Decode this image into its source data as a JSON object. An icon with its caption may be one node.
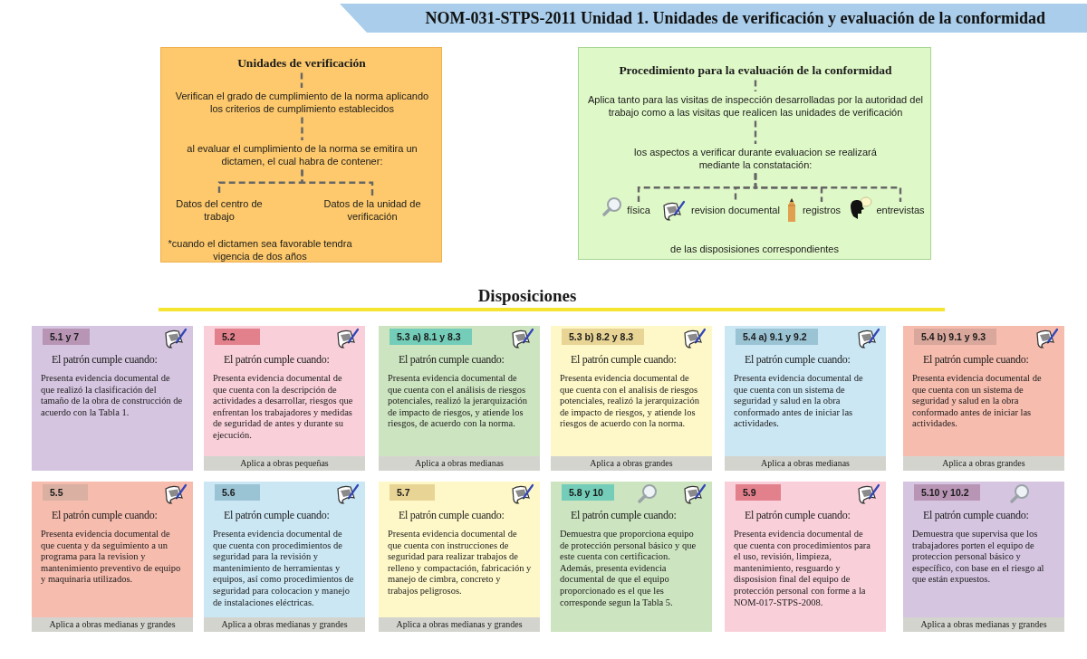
{
  "diagram": {
    "title": "NOM-031-STPS-2011 Unidad 1. Unidades de verificación y evaluación de la conformidad",
    "nodes": [
      {
        "text": [],
        "shape": "box"
      },
      {
        "text": [
          "Unidades de verificación"
        ],
        "in": 0
      },
      {
        "text": [
          "Verifican el grado de cumplimiento de la norma aplicando los criterios de cumplimiento establecidos"
        ],
        "in": 0
      },
      {
        "text": [
          "al evaluar el cumplimiento de la norma se emitira un dictamen, el cual habra de contener:"
        ],
        "in": 0
      },
      {
        "text": [
          "Datos del centro de trabajo"
        ],
        "in": 0
      },
      {
        "text": [
          "Datos de la unidad de verificación"
        ],
        "in": 0
      },
      {
        "text": [],
        "shape": "box"
      },
      {
        "text": [
          "Procedimiento para la evaluación de la conformidad"
        ],
        "in": 6
      },
      {
        "text": [
          "Aplica tanto para las visitas de inspección desarrolladas por la autoridad del trabajo como a las visitas que realicen las unidades de verificación"
        ],
        "in": 6
      },
      {
        "text": [
          "los aspectos a verificar durante evaluacion se realizará mediante la constatación:"
        ],
        "in": 6
      },
      {
        "text": [
          "física"
        ],
        "in": 6
      },
      {
        "text": [
          "revision documental"
        ],
        "in": 6
      },
      {
        "text": [
          "registros"
        ],
        "in": 6
      },
      {
        "text": [
          "entrevistas"
        ],
        "in": 6
      },
      {
        "text": [
          "5.1 y 7",
          "El patrón cumple cuando:",
          "Presenta evidencia documental de que realizó la clasificación del tamaño de la obra de construcción de acuerdo con la Tabla 1."
        ]
      },
      {
        "text": [
          "5.2",
          "El patrón cumple cuando:",
          "Presenta evidencia documental de que cuenta con la descripción de actividades a desarrollar, riesgos que enfrentan los trabajadores y medidas de seguridad de antes y durante su ejecución.",
          "Aplica a obras pequeñas"
        ]
      },
      {
        "text": [
          "5.3 a) 8.1 y 8.3",
          "El patrón cumple cuando:",
          "Presenta evidencia documental de que cuenta con el análisis de riesgos potenciales, realizó la jerarquización de impacto de riesgos, y atiende los riesgos, de acuerdo con la norma.",
          "Aplica a obras medianas"
        ]
      },
      {
        "text": [
          "5.3 b) 8.2 y 8.3",
          "El patrón cumple cuando:",
          "Presenta evidencia documental de que cuenta con el analisis de riesgos potenciales, realizó la jerarquización de impacto de riesgos, y atiende los riesgos de acuerdo con la norma.",
          "Aplica a obras grandes"
        ]
      },
      {
        "text": [
          "5.4 a) 9.1 y 9.2",
          "El patrón cumple cuando:",
          "Presenta evidencia documental de que cuenta con un sistema de seguridad y salud en la obra conformado antes de iniciar las actividades.",
          "Aplica a obras medianas"
        ]
      },
      {
        "text": [
          "5.4 b) 9.1 y 9.3",
          "El patrón cumple cuando:",
          "Presenta evidencia documental de que cuenta con un sistema de seguridad y salud en la obra conformado antes de iniciar las actividades.",
          "Aplica a obras grandes"
        ]
      },
      {
        "text": [
          "5.5",
          "El patrón cumple cuando:",
          "Presenta evidencia documental de que cuenta y da seguimiento a un programa para la revision y mantenimiento preventivo de equipo y maquinaria utilizados.",
          "Aplica a obras medianas y grandes"
        ]
      },
      {
        "text": [
          "5.6",
          "El patrón cumple cuando:",
          "Presenta evidencia documental de que cuenta con procedimientos de seguridad para la revisión y mantenimiento de herramientas y equipos, así como procedimientos de seguridad para colocacion y manejo de instalaciones eléctricas.",
          "Aplica a obras medianas y grandes"
        ]
      },
      {
        "text": [
          "5.7",
          "El patrón cumple cuando:",
          "Presenta evidencia documental de que cuenta con instrucciones de seguridad para realizar trabajos de relleno y compactación, fabricación y manejo de cimbra, concreto y trabajos peligrosos.",
          "Aplica a obras medianas y grandes"
        ]
      },
      {
        "text": [
          "5.8 y 10",
          "El patrón cumple cuando:",
          "Demuestra que proporciona equipo de protección personal básico y que este cuenta con certificacion. Además, presenta evidencia documental de que el equipo proporcionado es el que les corresponde segun la Tabla 5."
        ]
      },
      {
        "text": [
          "5.9",
          "El patrón cumple cuando:",
          "Presenta evidencia documental de que cuenta con procedimientos para el uso, revisión, limpieza, mantenimiento, resguardo y disposision final del equipo de protección personal con forme a la NOM-017-STPS-2008."
        ]
      },
      {
        "text": [
          "5.10 y 10.2",
          "El patrón cumple cuando:",
          "Demuestra que supervisa que los trabajadores porten el equipo de proteccion personal básico y específico, con base en el riesgo al que están expuestos.",
          "Aplica a obras medianas y grandes"
        ]
      }
    ],
    "edges": [
      {
        "from": 1,
        "to": 2,
        "arrow": "none",
        "style": "dashed"
      },
      {
        "from": 2,
        "to": 3,
        "arrow": "none",
        "style": "dashed"
      },
      {
        "from": 3,
        "to": 4,
        "arrow": "none",
        "style": "dashed"
      },
      {
        "from": 3,
        "to": 5,
        "arrow": "none",
        "style": "dashed"
      },
      {
        "from": 7,
        "to": 8,
        "arrow": "none",
        "style": "dashed"
      },
      {
        "from": 8,
        "to": 9,
        "arrow": "none",
        "style": "dashed"
      },
      {
        "from": 9,
        "to": 10,
        "arrow": "none",
        "style": "dashed"
      },
      {
        "from": 9,
        "to": 11,
        "arrow": "none",
        "style": "dashed"
      },
      {
        "from": 9,
        "to": 12,
        "arrow": "none",
        "style": "dashed"
      },
      {
        "from": 9,
        "to": 13,
        "arrow": "none",
        "style": "dashed"
      }
    ],
    "labels": [
      "*cuando el dictamen sea favorable tendra vigencia de dos años",
      "de las disposisiones correspondientes",
      "Disposiciones"
    ]
  }
}
